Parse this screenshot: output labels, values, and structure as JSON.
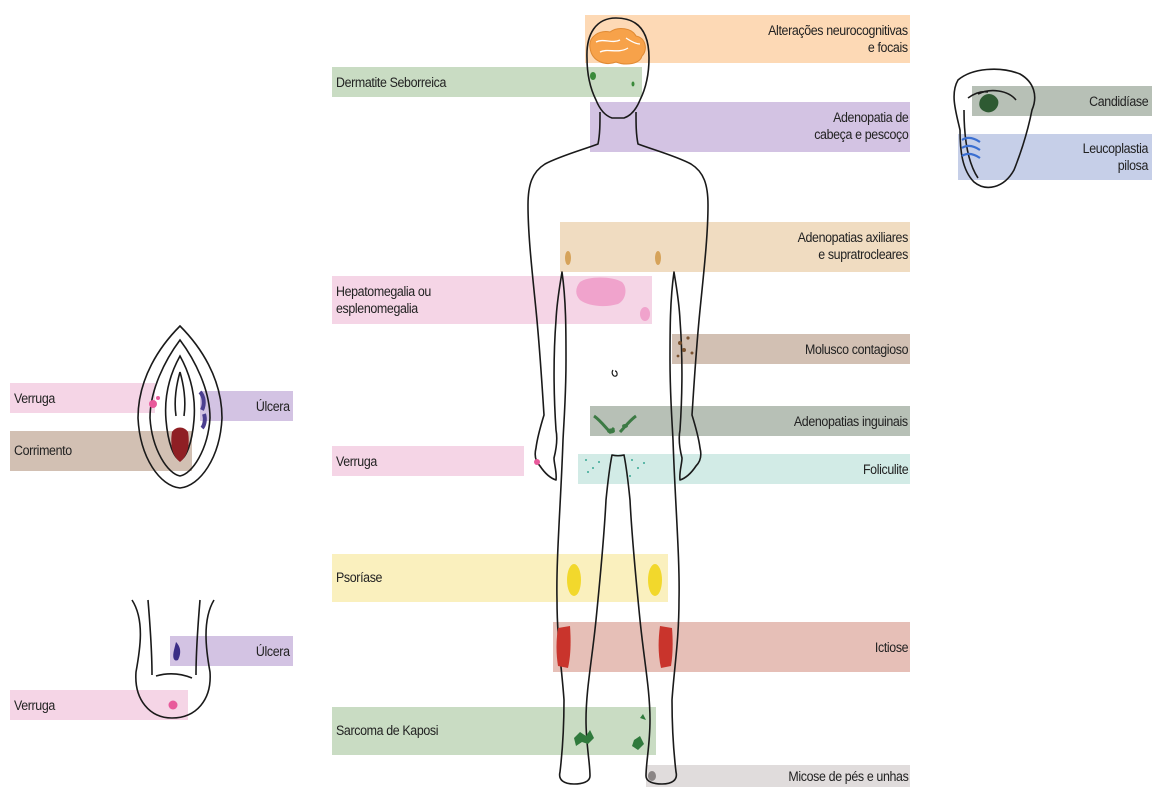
{
  "body_labels": {
    "neurocognitive_l1": "Alterações neurocognitivas",
    "neurocognitive_l2": "e focais",
    "seborrheic": "Dermatite Seborreica",
    "head_neck_l1": "Adenopatia de",
    "head_neck_l2": "cabeça e pescoço",
    "axillary_l1": "Adenopatias axiliares",
    "axillary_l2": "e supratrocleares",
    "hepato_l1": "Hepatomegalia ou",
    "hepato_l2": "esplenomegalia",
    "molluscum": "Molusco contagioso",
    "inguinal": "Adenopatias inguinais",
    "wart": "Verruga",
    "folliculitis": "Foliculite",
    "psoriasis": "Psoríase",
    "ichthyosis": "Ictiose",
    "kaposi": "Sarcoma de Kaposi",
    "mycosis": "Micose de pés e unhas"
  },
  "mouth_labels": {
    "candidiasis": "Candidíase",
    "leuko_l1": "Leucoplastia",
    "leuko_l2": "pilosa"
  },
  "vulva_labels": {
    "wart": "Verruga",
    "ulcer": "Úlcera",
    "discharge": "Corrimento"
  },
  "penis_labels": {
    "ulcer": "Úlcera",
    "wart": "Verruga"
  },
  "colors": {
    "orange": "#fdd9b5",
    "green": "#c9dcc3",
    "purple": "#d3c3e3",
    "tan": "#f0dcc1",
    "pink": "#f5d5e6",
    "brown": "#d2c0b3",
    "sage": "#c6d1c3",
    "mint": "#d2ebe6",
    "yellow": "#faf0be",
    "salmon": "#e6bfb7",
    "gray": "#e0dcdc",
    "darkgreen": "#b7c0b6",
    "blue": "#c6cfe8"
  }
}
